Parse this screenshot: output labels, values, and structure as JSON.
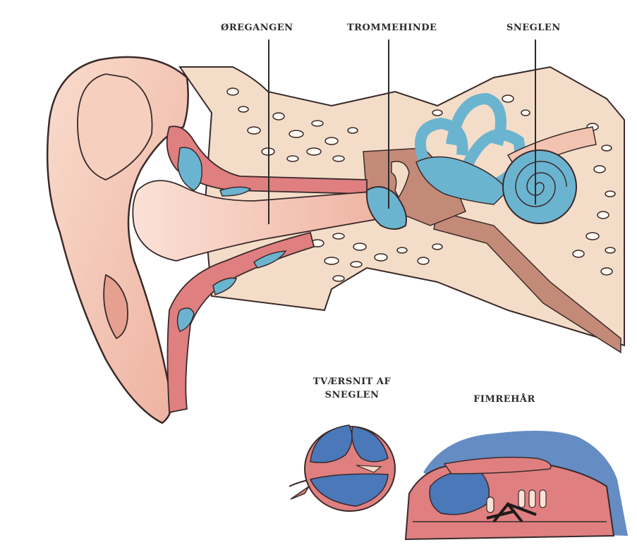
{
  "labels": {
    "ear_canal": "ØREGANGEN",
    "eardrum": "TROMMEHINDE",
    "cochlea": "SNEGLEN",
    "cross_section_line1": "TVÆRSNIT AF",
    "cross_section_line2": "SNEGLEN",
    "hair_cells": "FIMREHÅR"
  },
  "colors": {
    "skin": "#f2c3b0",
    "skin_dark": "#e5a090",
    "tissue": "#e07f80",
    "bone": "#f4ddc8",
    "bone_hole": "#fffaf2",
    "fluid_blue": "#6bb4d0",
    "deep_blue": "#4a78b8",
    "outline": "#3a2a2a",
    "brown_canal": "#c48a78"
  }
}
